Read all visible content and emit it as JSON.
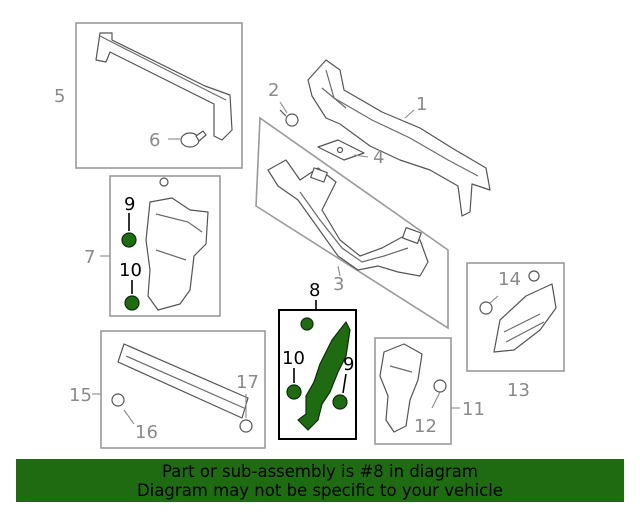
{
  "callouts": {
    "c1": "1",
    "c2": "2",
    "c3": "3",
    "c4": "4",
    "c5": "5",
    "c6": "6",
    "c7": "7",
    "c8": "8",
    "c9a": "9",
    "c9b": "9",
    "c10a": "10",
    "c10b": "10",
    "c11": "11",
    "c12": "12",
    "c13": "13",
    "c14": "14",
    "c15": "15",
    "c16": "16",
    "c17": "17"
  },
  "banner": {
    "line1": "Part or sub-assembly is #8 in diagram",
    "line2": "Diagram may not be specific to your vehicle",
    "color": "#1e6b12"
  },
  "colors": {
    "highlight": "#1e6b12",
    "panel_outline": "#9a9a9a",
    "callout_text": "#8a8a8a"
  }
}
